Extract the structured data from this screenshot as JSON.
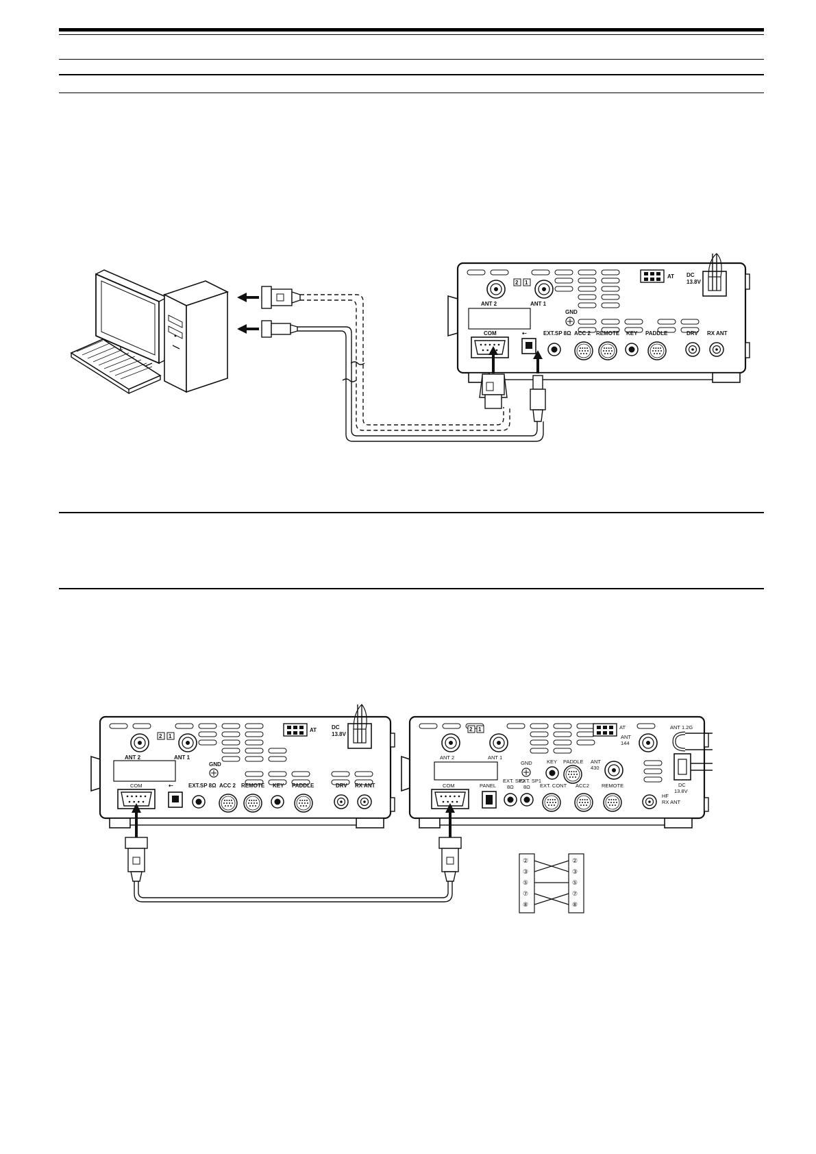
{
  "diagram1": {
    "radio": {
      "ports": [
        "COM",
        "EXT.SP 8Ω",
        "ACC 2",
        "REMOTE",
        "KEY",
        "PADDLE",
        "DRV",
        "RX ANT"
      ],
      "ant2": "ANT 2",
      "ant1": "ANT 1",
      "gnd": "GND",
      "at": "AT",
      "dc": "DC",
      "dc_v": "13.8V"
    }
  },
  "diagram2": {
    "left_radio": {
      "ports": [
        "COM",
        "EXT.SP 8Ω",
        "ACC 2",
        "REMOTE",
        "KEY",
        "PADDLE",
        "DRV",
        "RX ANT"
      ],
      "ant2": "ANT 2",
      "ant1": "ANT 1",
      "gnd": "GND",
      "at": "AT",
      "dc": "DC",
      "dc_v": "13.8V"
    },
    "right_radio": {
      "com": "COM",
      "panel": "PANEL",
      "ext_sp2": "EXT. SP2",
      "ext_sp2_ohm": "8Ω",
      "ext_sp1": "EXT. SP1",
      "ext_sp1_ohm": "8Ω",
      "ext_cont": "EXT. CONT",
      "acc2": "ACC2",
      "remote": "REMOTE",
      "hf": "HF",
      "rx_ant": "RX ANT",
      "ant2": "ANT 2",
      "ant1": "ANT 1",
      "gnd": "GND",
      "key": "KEY",
      "paddle": "PADDLE",
      "ant430": "ANT",
      "ant430_n": "430",
      "ant144": "ANT",
      "ant144_n": "144",
      "ant12g": "ANT 1.2G",
      "at": "AT",
      "dc": "DC",
      "dc_v": "13.8V"
    },
    "wiring": {
      "left_pins": [
        "②",
        "③",
        "⑤",
        "⑦",
        "⑧"
      ],
      "right_pins": [
        "②",
        "③",
        "⑤",
        "⑦",
        "⑧"
      ]
    }
  }
}
